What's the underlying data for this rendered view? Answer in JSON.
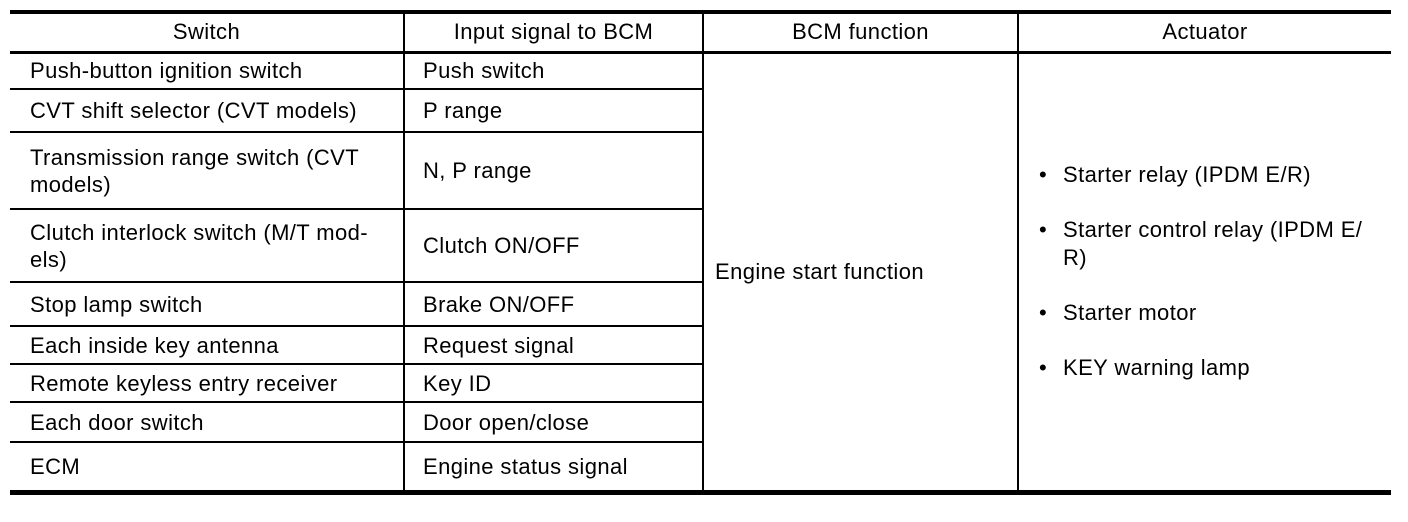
{
  "table": {
    "colors": {
      "border": "#000000",
      "text": "#000000",
      "background": "#ffffff"
    },
    "bullet": "•",
    "headers": [
      "Switch",
      "Input signal to BCM",
      "BCM function",
      "Actuator"
    ],
    "rows": [
      {
        "switch": "Push-button ignition switch",
        "input": "Push switch"
      },
      {
        "switch": "CVT shift selector (CVT models)",
        "input": "P range"
      },
      {
        "switch": "Transmission range switch (CVT\nmodels)",
        "input": "N, P range"
      },
      {
        "switch": "Clutch interlock switch (M/T mod-\nels)",
        "input": "Clutch ON/OFF"
      },
      {
        "switch": "Stop lamp switch",
        "input": "Brake ON/OFF"
      },
      {
        "switch": "Each inside key antenna",
        "input": "Request signal"
      },
      {
        "switch": "Remote keyless entry receiver",
        "input": "Key ID"
      },
      {
        "switch": "Each door switch",
        "input": "Door open/close"
      },
      {
        "switch": "ECM",
        "input": "Engine status signal"
      }
    ],
    "bcm_function": "Engine start function",
    "actuators": [
      "Starter relay (IPDM E/R)",
      "Starter control relay (IPDM E/\nR)",
      "Starter motor",
      "KEY warning lamp"
    ]
  }
}
